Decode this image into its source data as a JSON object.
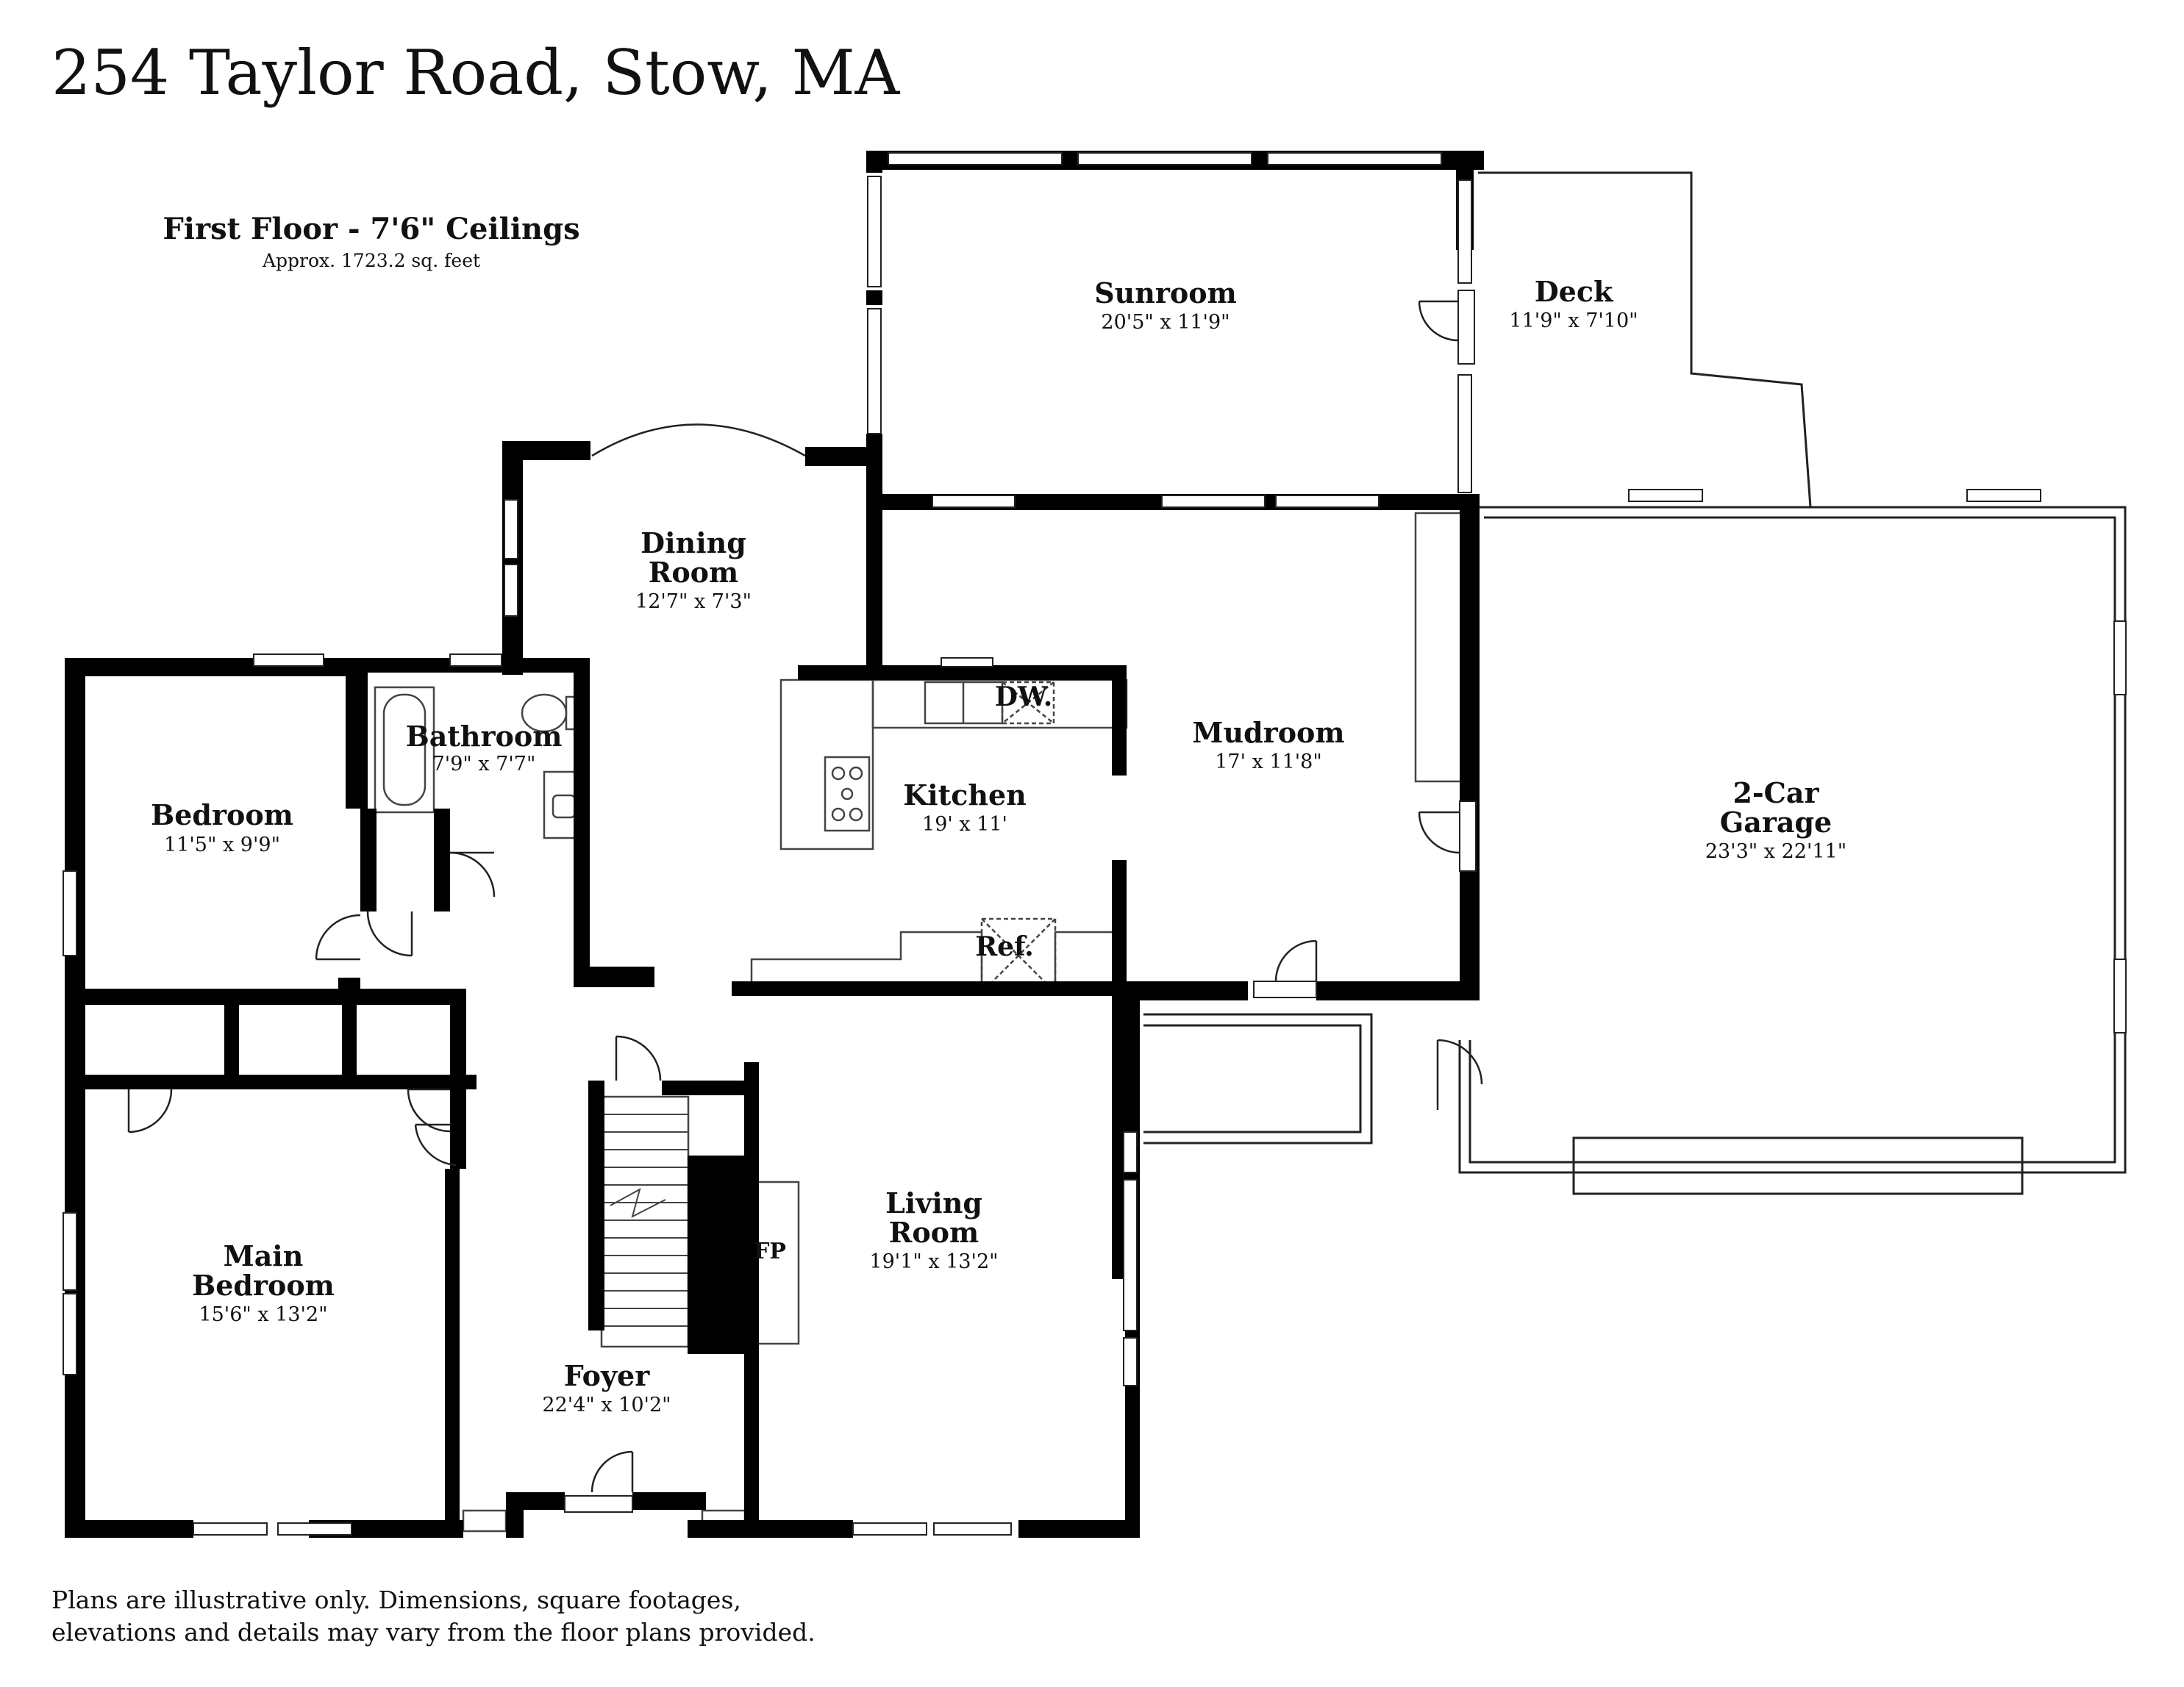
{
  "header": {
    "address": "254 Taylor Road, Stow, MA",
    "floor_title": "First Floor - 7'6\" Ceilings",
    "area": "Approx. 1723.2 sq. feet"
  },
  "rooms": {
    "sunroom": {
      "name": "Sunroom",
      "dims": "20'5\" x 11'9\""
    },
    "deck": {
      "name": "Deck",
      "dims": "11'9\" x 7'10\""
    },
    "dining": {
      "name1": "Dining",
      "name2": "Room",
      "dims": "12'7\" x 7'3\""
    },
    "bathroom": {
      "name": "Bathroom",
      "dims": "7'9\" x 7'7\""
    },
    "bedroom": {
      "name": "Bedroom",
      "dims": "11'5\" x 9'9\""
    },
    "kitchen": {
      "name": "Kitchen",
      "dims": "19' x 11'"
    },
    "mudroom": {
      "name": "Mudroom",
      "dims": "17' x 11'8\""
    },
    "garage": {
      "name1": "2-Car",
      "name2": "Garage",
      "dims": "23'3\" x 22'11\""
    },
    "main_bedroom": {
      "name1": "Main",
      "name2": "Bedroom",
      "dims": "15'6\" x 13'2\""
    },
    "living": {
      "name1": "Living",
      "name2": "Room",
      "dims": "19'1\" x 13'2\""
    },
    "foyer": {
      "name": "Foyer",
      "dims": "22'4\" x 10'2\""
    }
  },
  "fixtures": {
    "dishwasher": "DW.",
    "refrigerator": "Ref.",
    "fireplace": "FP"
  },
  "disclaimer": {
    "line1": "Plans are illustrative only. Dimensions, square footages,",
    "line2": "elevations and details may vary from the floor plans provided."
  }
}
